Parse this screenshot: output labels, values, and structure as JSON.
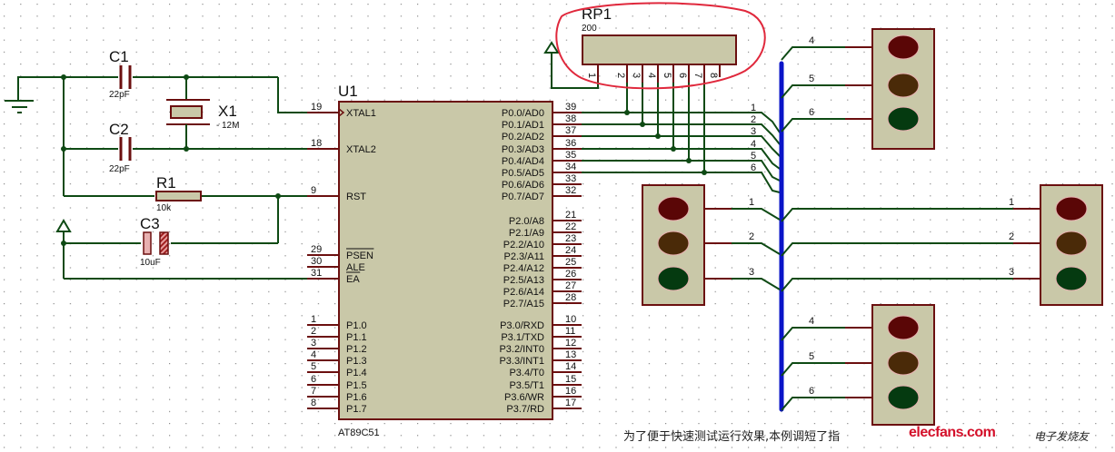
{
  "colors": {
    "wire": "#0e4a14",
    "pin": "#6b0f0f",
    "body_fill": "#c9c8a8",
    "body_stroke": "#6b0f0f",
    "bus": "#0a14c8",
    "highlight": "#e0283c",
    "led_red": "#5a0606",
    "led_yellow": "#4a2a08",
    "led_green": "#053a10"
  },
  "components": {
    "c1": {
      "ref": "C1",
      "value": "22pF"
    },
    "c2": {
      "ref": "C2",
      "value": "22pF"
    },
    "x1": {
      "ref": "X1",
      "value": "12M"
    },
    "r1": {
      "ref": "R1",
      "value": "10k"
    },
    "c3": {
      "ref": "C3",
      "value": "10uF"
    },
    "rp1": {
      "ref": "RP1",
      "value": "200",
      "pins": [
        "1",
        "2",
        "3",
        "4",
        "5",
        "6",
        "7",
        "8"
      ]
    },
    "u1": {
      "ref": "U1",
      "part": "AT89C51"
    }
  },
  "u1_left_pins": [
    {
      "num": "19",
      "name": "XTAL1"
    },
    {
      "num": "18",
      "name": "XTAL2"
    },
    {
      "num": "9",
      "name": "RST"
    },
    {
      "num": "29",
      "name": "PSEN"
    },
    {
      "num": "30",
      "name": "ALE"
    },
    {
      "num": "31",
      "name": "EA"
    },
    {
      "num": "1",
      "name": "P1.0"
    },
    {
      "num": "2",
      "name": "P1.1"
    },
    {
      "num": "3",
      "name": "P1.2"
    },
    {
      "num": "4",
      "name": "P1.3"
    },
    {
      "num": "5",
      "name": "P1.4"
    },
    {
      "num": "6",
      "name": "P1.5"
    },
    {
      "num": "7",
      "name": "P1.6"
    },
    {
      "num": "8",
      "name": "P1.7"
    }
  ],
  "u1_right_pins": [
    {
      "num": "39",
      "name": "P0.0/AD0"
    },
    {
      "num": "38",
      "name": "P0.1/AD1"
    },
    {
      "num": "37",
      "name": "P0.2/AD2"
    },
    {
      "num": "36",
      "name": "P0.3/AD3"
    },
    {
      "num": "35",
      "name": "P0.4/AD4"
    },
    {
      "num": "34",
      "name": "P0.5/AD5"
    },
    {
      "num": "33",
      "name": "P0.6/AD6"
    },
    {
      "num": "32",
      "name": "P0.7/AD7"
    },
    {
      "num": "21",
      "name": "P2.0/A8"
    },
    {
      "num": "22",
      "name": "P2.1/A9"
    },
    {
      "num": "23",
      "name": "P2.2/A10"
    },
    {
      "num": "24",
      "name": "P2.3/A11"
    },
    {
      "num": "25",
      "name": "P2.4/A12"
    },
    {
      "num": "26",
      "name": "P2.5/A13"
    },
    {
      "num": "27",
      "name": "P2.6/A14"
    },
    {
      "num": "28",
      "name": "P2.7/A15"
    },
    {
      "num": "10",
      "name": "P3.0/RXD"
    },
    {
      "num": "11",
      "name": "P3.1/TXD"
    },
    {
      "num": "12",
      "name": "P3.2/INT0"
    },
    {
      "num": "13",
      "name": "P3.3/INT1"
    },
    {
      "num": "14",
      "name": "P3.4/T0"
    },
    {
      "num": "15",
      "name": "P3.5/T1"
    },
    {
      "num": "16",
      "name": "P3.6/WR"
    },
    {
      "num": "17",
      "name": "P3.7/RD"
    }
  ],
  "bus_labels_p0": [
    "1",
    "2",
    "3",
    "4",
    "5",
    "6"
  ],
  "traffic_lights": [
    {
      "name": "top-right",
      "labels": [
        "4",
        "5",
        "6"
      ]
    },
    {
      "name": "middle-left",
      "labels": [
        "1",
        "2",
        "3"
      ]
    },
    {
      "name": "middle-right",
      "labels": [
        "1",
        "2",
        "3"
      ]
    },
    {
      "name": "bottom-right",
      "labels": [
        "4",
        "5",
        "6"
      ]
    }
  ],
  "note": "为了便于快速测试运行效果,本例调短了指",
  "watermark": "elecfans.com",
  "watermark_cn": "电子发烧友"
}
